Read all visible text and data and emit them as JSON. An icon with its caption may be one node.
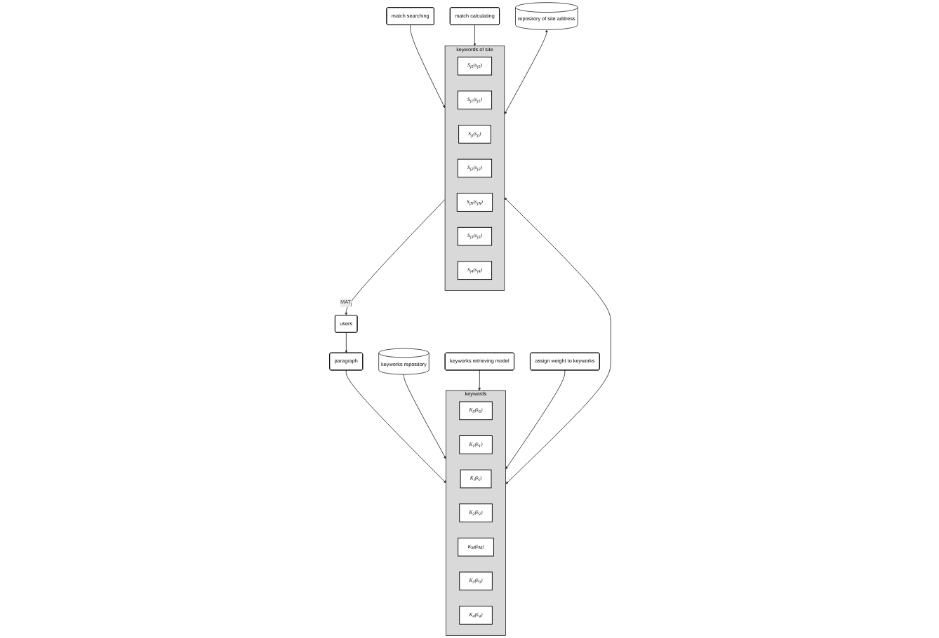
{
  "diagram": {
    "nodes": [
      {
        "text": [
          "users"
        ]
      },
      {
        "text": [
          "paragraph"
        ]
      },
      {
        "text": [
          "keyworks repository"
        ]
      },
      {
        "text": [
          "keyworks retrieving model"
        ]
      },
      {
        "text": [
          "keywords"
        ]
      },
      {
        "text": [
          "K$_{5}$(k$_{5}$)"
        ],
        "in": 4
      },
      {
        "text": [
          "K$_{1}$(k$_{1}$)"
        ],
        "in": 4
      },
      {
        "text": [
          "K$_{i}$(k$_{i}$)"
        ],
        "in": 4
      },
      {
        "text": [
          "K$_{2}$(k$_{2}$)"
        ],
        "in": 4
      },
      {
        "text": [
          "K$_{M}$(k$_{M}$)"
        ],
        "in": 4
      },
      {
        "text": [
          "K$_{3}$(k$_{3}$)"
        ],
        "in": 4
      },
      {
        "text": [
          "K$_{4}$(k$_{4}$)"
        ],
        "in": 4
      },
      {
        "text": [
          "assign weight to keyworks"
        ]
      },
      {
        "text": [
          "match searching"
        ]
      },
      {
        "text": [
          "match calculating"
        ]
      },
      {
        "text": [
          "keywords of site"
        ]
      },
      {
        "text": [
          "S$_{j5}$(s$_{j5}$)"
        ],
        "in": 15
      },
      {
        "text": [
          "S$_{j1}$(s$_{j1}$)"
        ],
        "in": 15
      },
      {
        "text": [
          "S$_{ji}$(s$_{ji}$)"
        ],
        "in": 15
      },
      {
        "text": [
          "S$_{j2}$(s$_{j2}$)"
        ],
        "in": 15
      },
      {
        "text": [
          "S$_{jN}$(s$_{jN}$)"
        ],
        "in": 15
      },
      {
        "text": [
          "S$_{j3}$(s$_{j3}$)"
        ],
        "in": 15
      },
      {
        "text": [
          "S$_{j4}$(s$_{j4}$)"
        ],
        "in": 15
      },
      {
        "text": [
          "repository of site address"
        ]
      }
    ],
    "edges": [
      {
        "from": 0,
        "to": 1,
        "arrow": "to"
      },
      {
        "from": 1,
        "to": 4,
        "arrow": "to"
      },
      {
        "from": 2,
        "to": 4,
        "arrow": "to"
      },
      {
        "from": 3,
        "to": 4,
        "arrow": "to"
      },
      {
        "from": 12,
        "to": 4,
        "arrow": "to"
      },
      {
        "from": 4,
        "to": 15,
        "arrow": "both"
      },
      {
        "from": 13,
        "to": 15,
        "arrow": "to"
      },
      {
        "from": 14,
        "to": 15,
        "arrow": "to"
      },
      {
        "from": 15,
        "to": 0,
        "arrow": "to",
        "label": "MAT$_{j}$"
      },
      {
        "from": 23,
        "to": 15,
        "arrow": "both"
      }
    ]
  }
}
